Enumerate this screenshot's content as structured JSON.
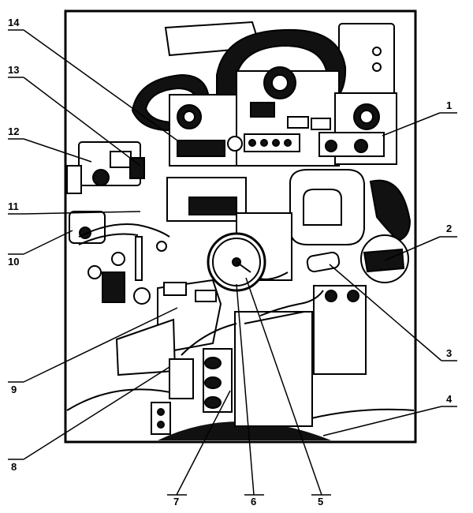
{
  "callouts": [
    {
      "id": "1",
      "label": "1"
    },
    {
      "id": "2",
      "label": "2"
    },
    {
      "id": "3",
      "label": "3"
    },
    {
      "id": "4",
      "label": "4"
    },
    {
      "id": "5",
      "label": "5"
    },
    {
      "id": "6",
      "label": "6"
    },
    {
      "id": "7",
      "label": "7"
    },
    {
      "id": "8",
      "label": "8"
    },
    {
      "id": "9",
      "label": "9"
    },
    {
      "id": "10",
      "label": "10"
    },
    {
      "id": "11",
      "label": "11"
    },
    {
      "id": "12",
      "label": "12"
    },
    {
      "id": "13",
      "label": "13"
    },
    {
      "id": "14",
      "label": "14"
    }
  ],
  "colors": {
    "ink": "#000000",
    "paper": "#ffffff"
  }
}
